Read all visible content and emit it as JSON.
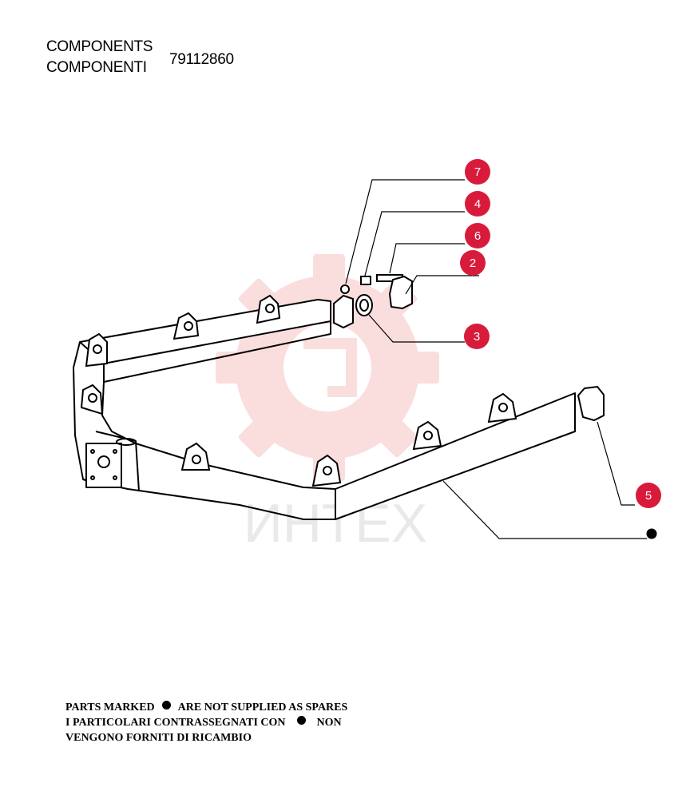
{
  "header": {
    "line1": "COMPONENTS",
    "line2": "COMPONENTI",
    "part_number": "79112860"
  },
  "watermark": {
    "text": "ИНТЕХ",
    "color": "#e53935"
  },
  "callouts": [
    {
      "id": "7",
      "label": "7"
    },
    {
      "id": "4",
      "label": "4"
    },
    {
      "id": "6",
      "label": "6"
    },
    {
      "id": "2",
      "label": "2"
    },
    {
      "id": "3",
      "label": "3"
    },
    {
      "id": "5",
      "label": "5"
    }
  ],
  "callout_color": "#d81b3a",
  "footer": {
    "line1_a": "PARTS MARKED",
    "line1_b": "ARE NOT SUPPLIED AS SPARES",
    "line2_a": "I PARTICOLARI CONTRASSEGNATI CON",
    "line2_b": "NON",
    "line3": "VENGONO FORNITI DI RICAMBIO"
  }
}
